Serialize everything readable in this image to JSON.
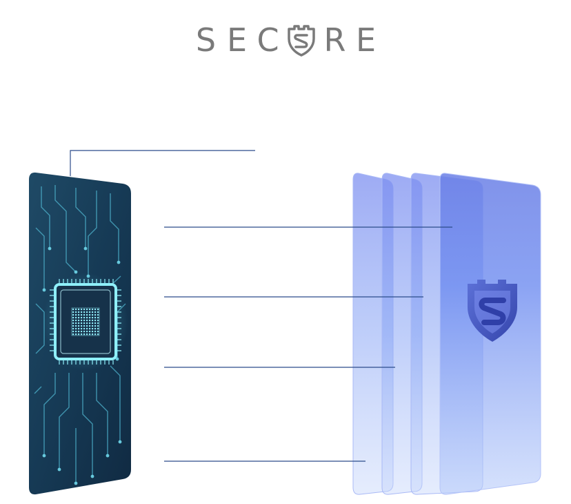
{
  "logo": {
    "letters_before": [
      "S",
      "E",
      "C"
    ],
    "letters_after": [
      "R",
      "E"
    ],
    "shield_icon": "shield-o-icon",
    "color": "#7a7a7a"
  },
  "colors": {
    "chip_card_dark": "#16324a",
    "chip_card_light": "#2a6f8c",
    "circuit": "#4fd1e6",
    "leader_line": "#2b4b8a",
    "glass_layer": "#6f8df0",
    "shield_emblem": "#3a49b8"
  },
  "illustration": {
    "left_panel": "circuit-board-card",
    "right_panel": "stacked-glass-layers",
    "layer_count": 4,
    "center_icon": "shield-icon"
  }
}
